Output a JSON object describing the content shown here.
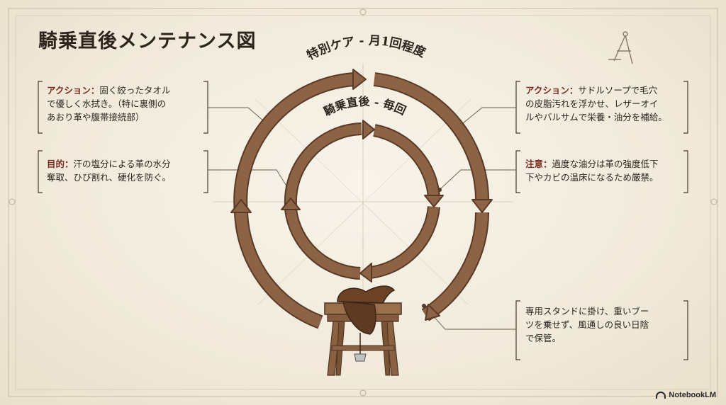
{
  "title": "騎乗直後メンテナンス図",
  "outer_cycle_label": "特別ケア - 月1回程度",
  "inner_cycle_label": "騎乗直後 - 毎回",
  "notes": {
    "top_left": {
      "label": "アクション：",
      "lines": [
        "固く絞ったタオル",
        "で優しく水拭き。（特に裏側の",
        "あおり革や腹帯接続部）"
      ]
    },
    "mid_left": {
      "label": "目的：",
      "lines": [
        "汗の塩分による革の水分",
        "奪取、ひび割れ、硬化を防ぐ。"
      ]
    },
    "top_right": {
      "label": "アクション：",
      "lines": [
        "サドルソープで毛穴",
        "の皮脂汚れを浮かせ、レザーオイ",
        "ルやバルサムで栄養・油分を補給。"
      ]
    },
    "mid_right": {
      "label": "注意：",
      "lines": [
        "過度な油分は革の強度低下",
        "下やカビの温床になるため厳禁。"
      ]
    },
    "bottom_right": {
      "lines": [
        "専用スタンドに掛け、重いブー",
        "ツを乗せず、風通しの良い日陰",
        "で保管。"
      ]
    }
  },
  "brand": "NotebookLM",
  "colors": {
    "background": "#f1ebdd",
    "ring_fill": "#8d6346",
    "ring_stroke": "#5a3a26",
    "label_accent": "#7a2a1c",
    "text": "#2b241e"
  },
  "icons": [
    "compass-icon",
    "saddle-stand-icon",
    "notebooklm-logo-icon"
  ]
}
